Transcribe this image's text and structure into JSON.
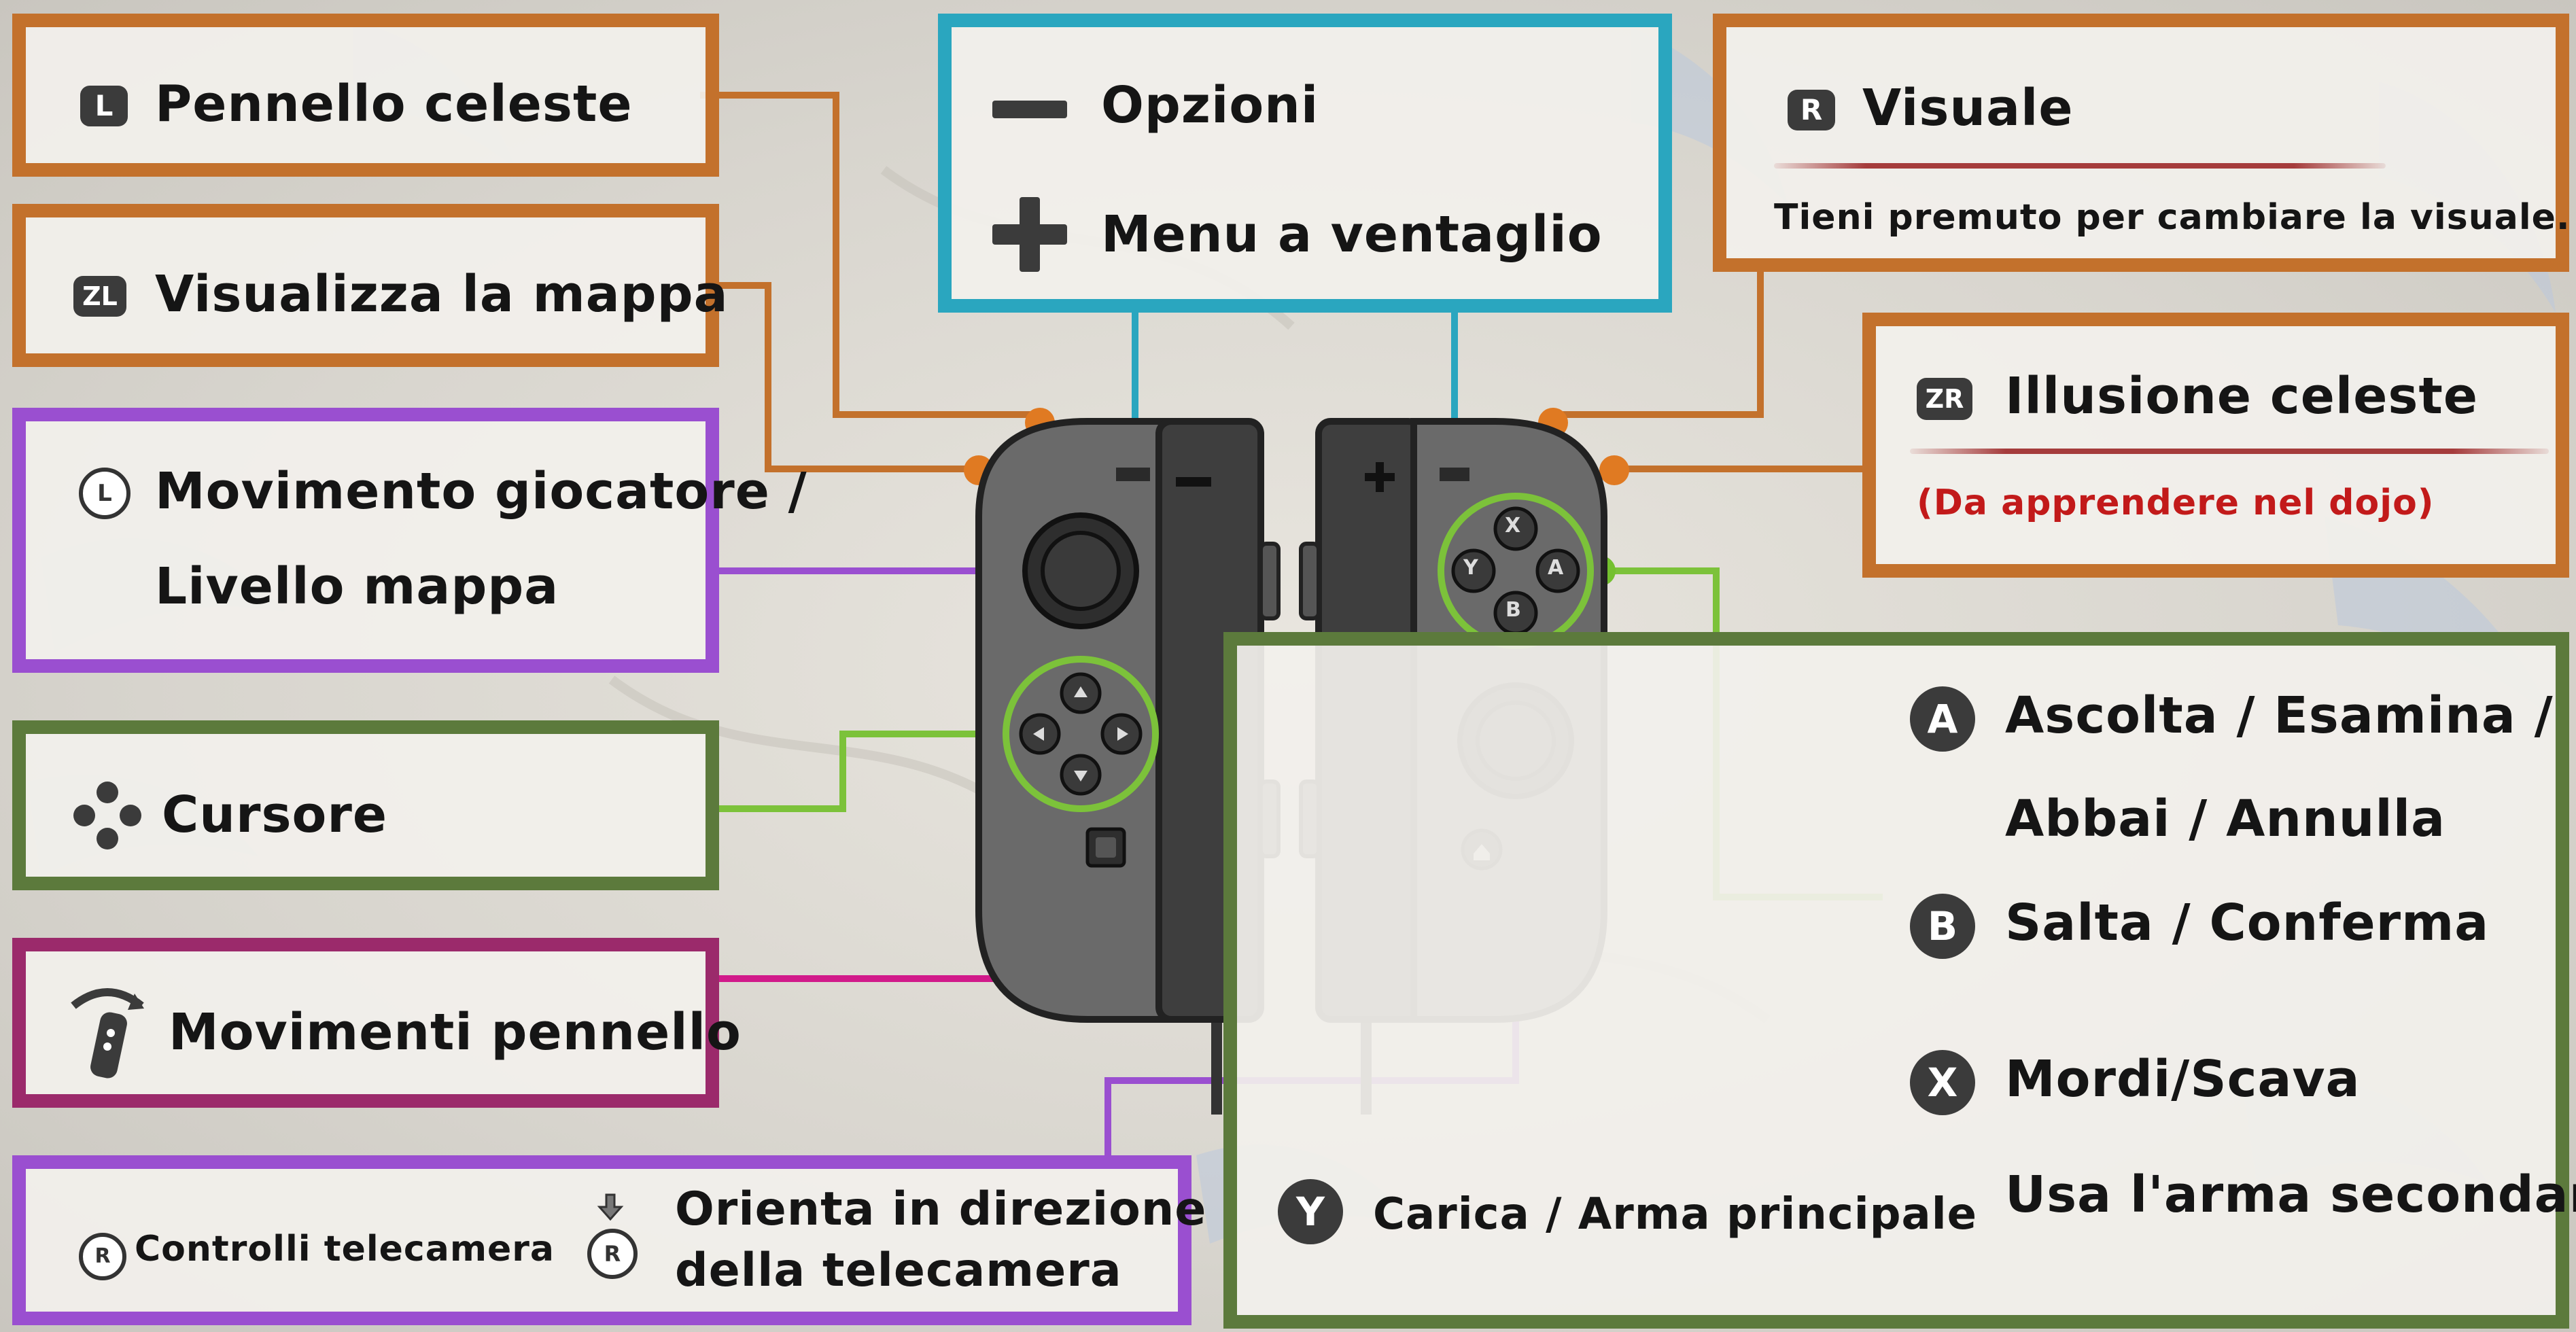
{
  "labels": {
    "pennello_celeste": "Pennello celeste",
    "visualizza_mappa": "Visualizza la mappa",
    "movimento_1": "Movimento giocatore /",
    "movimento_2": "Livello mappa",
    "cursore": "Cursore",
    "movimenti_pennello": "Movimenti pennello",
    "controlli_telecamera": "Controlli telecamera",
    "orienta_1": "Orienta in direzione",
    "orienta_2": "della telecamera",
    "opzioni": "Opzioni",
    "menu_ventaglio": "Menu a ventaglio",
    "visuale": "Visuale",
    "visuale_desc": "Tieni premuto per cambiare la visuale.",
    "illusione_celeste": "Illusione celeste",
    "illusione_note": "(Da apprendere nel dojo)",
    "a_1": "Ascolta / Esamina /",
    "a_2": "Abbai / Annulla",
    "b": "Salta / Conferma",
    "x": "Mordi/Scava",
    "x_2": "Usa l'arma secondaria",
    "y": "Carica / Arma principale"
  },
  "badges": {
    "l": "L",
    "zl": "ZL",
    "ls": "L",
    "rs": "R",
    "rs2": "R",
    "r": "R",
    "zr": "ZR",
    "a": "A",
    "b": "B",
    "x": "X",
    "y": "Y",
    "minus": "−",
    "plus": "+"
  },
  "controller": {
    "face_buttons": [
      "X",
      "Y",
      "A",
      "B"
    ],
    "minus": "−",
    "plus": "+"
  },
  "colors": {
    "orange": "#c3712c",
    "purple": "#9a4fd0",
    "green": "#5c7a3c",
    "lime": "#7cc23a",
    "magenta": "#9b2a6b",
    "pink": "#d11a8a",
    "cyan": "#2aa6bf",
    "red_text": "#c21a1a"
  }
}
